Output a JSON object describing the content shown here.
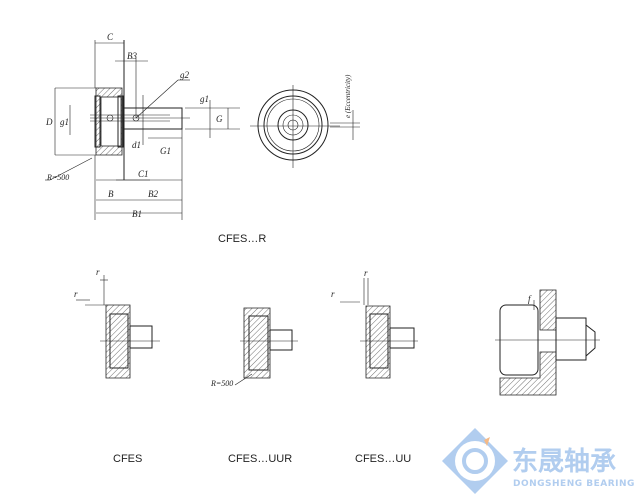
{
  "main_drawing": {
    "dims": {
      "C": "C",
      "B3": "B3",
      "g2": "g2",
      "D": "D",
      "g1_left": "g1",
      "g1_right": "g1",
      "d1": "d1",
      "G1": "G1",
      "G": "G",
      "R": "R=500",
      "C1": "C1",
      "B": "B",
      "B2": "B2",
      "B1": "B1"
    },
    "eccentricity_label": "e (Eccentricity)",
    "caption": "CFES…R"
  },
  "variants": [
    {
      "caption": "CFES",
      "dims": [
        "r",
        "r"
      ]
    },
    {
      "caption": "CFES…UUR",
      "dims": [
        "R=500"
      ]
    },
    {
      "caption": "CFES…UU",
      "dims": [
        "r",
        "r"
      ]
    },
    {
      "caption": "",
      "dims": [
        "f"
      ]
    }
  ],
  "logo": {
    "cn": "东晟轴承",
    "en": "DONGSHENG BEARING"
  }
}
